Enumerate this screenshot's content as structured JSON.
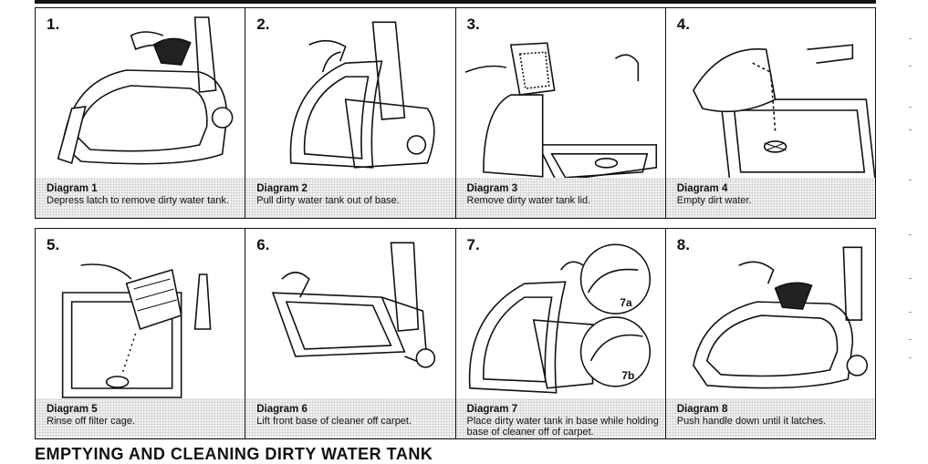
{
  "panels": [
    {
      "number": "1.",
      "title": "Diagram 1",
      "text": "Depress latch to remove dirty water tank."
    },
    {
      "number": "2.",
      "title": "Diagram 2",
      "text": "Pull dirty water tank out of base."
    },
    {
      "number": "3.",
      "title": "Diagram 3",
      "text": "Remove dirty water tank lid."
    },
    {
      "number": "4.",
      "title": "Diagram 4",
      "text": "Empty dirt water."
    },
    {
      "number": "5.",
      "title": "Diagram 5",
      "text": "Rinse off filter cage."
    },
    {
      "number": "6.",
      "title": "Diagram 6",
      "text": "Lift front base of cleaner off carpet."
    },
    {
      "number": "7.",
      "title": "Diagram 7",
      "text": "Place dirty water tank in base while holding base of cleaner off of carpet.",
      "callouts": [
        "7a",
        "7b"
      ]
    },
    {
      "number": "8.",
      "title": "Diagram 8",
      "text": "Push handle down until it latches."
    }
  ],
  "footer_heading": "EMPTYING AND CLEANING DIRTY WATER TANK"
}
